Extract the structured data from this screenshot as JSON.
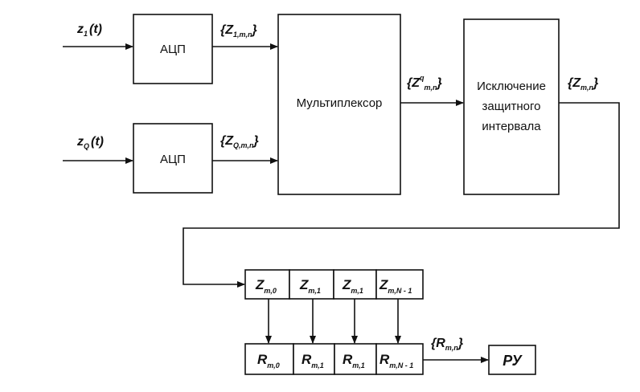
{
  "inputs": [
    {
      "var": "z",
      "sub": "1",
      "arg": "(t)"
    },
    {
      "var": "z",
      "sub": "Q",
      "arg": "(t)"
    }
  ],
  "adc_label": "АЦП",
  "adc_outputs": [
    {
      "open": "{",
      "var": "Z",
      "sub": "1,m,n",
      "close": "}"
    },
    {
      "open": "{",
      "var": "Z",
      "sub": "Q,m,n",
      "close": "}"
    }
  ],
  "multiplexer_label": "Мультиплексор",
  "mux_output": {
    "open": "{",
    "var": "Z",
    "sup": "q",
    "sub": "m,n",
    "close": "}"
  },
  "guard_label_lines": [
    "Исключение",
    "защитного",
    "интервала"
  ],
  "guard_output": {
    "open": "{",
    "var": "Z",
    "sub": "m,n",
    "close": "}"
  },
  "z_cells": [
    {
      "var": "Z",
      "sub": "m,0"
    },
    {
      "var": "Z",
      "sub": "m,1"
    },
    {
      "var": "Z",
      "sub": "m,1"
    },
    {
      "var": "Z",
      "sub": "m,N - 1"
    }
  ],
  "r_cells": [
    {
      "var": "R",
      "sub": "m,0"
    },
    {
      "var": "R",
      "sub": "m,1"
    },
    {
      "var": "R",
      "sub": "m,1"
    },
    {
      "var": "R",
      "sub": "m,N - 1"
    }
  ],
  "r_output": {
    "open": "{",
    "var": "R",
    "sub": "m,n",
    "close": "}"
  },
  "ru_label": "РУ"
}
